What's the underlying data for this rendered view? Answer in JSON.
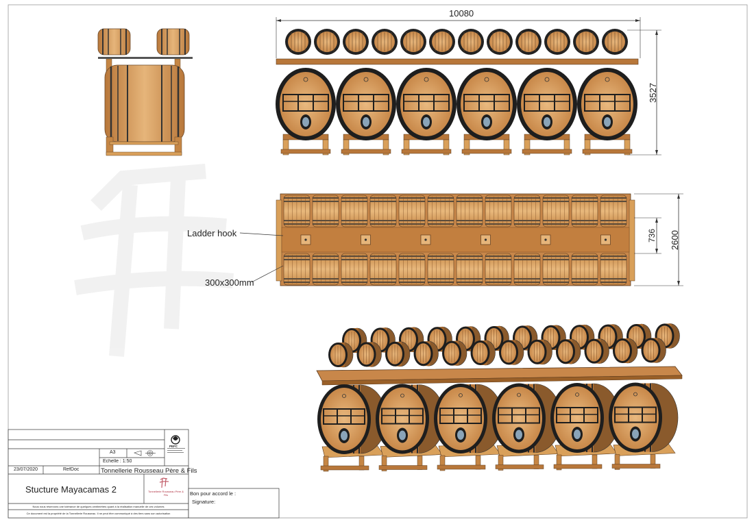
{
  "dimensions": {
    "top_width": "10080",
    "front_height": "3527",
    "plan_depth": "2600",
    "hook_spacing": "736"
  },
  "callouts": {
    "ladder_hook": "Ladder hook",
    "post_size": "300x300mm"
  },
  "title_block": {
    "format": "A3",
    "scale": "Echelle : 1:50",
    "date": "23/07/2020",
    "ref": "RefDoc",
    "company": "Tonnellerie Rousseau Père & Fils",
    "title": "Stucture Mayacamas 2",
    "tolerance_note": "Nous nous réservons une tolérance de quelques centimètres quant à la réalisation manuelle de ces volumes",
    "property_note": "Ce document est la propriété de la Tonnellerie Rousseau. Il ne peut être communiqué à des tiers sans son autorisation",
    "pefc_label": "PEFC",
    "logo_text": "Tonnellerie Rousseau Père & Fils"
  },
  "approval": {
    "label": "Bon pour accord le :",
    "signature": "Signature:"
  },
  "colors": {
    "wood": "#d9a05a",
    "wood_dark": "#a8692e",
    "hoop": "#3a3a3a",
    "accent": "#b03040"
  }
}
